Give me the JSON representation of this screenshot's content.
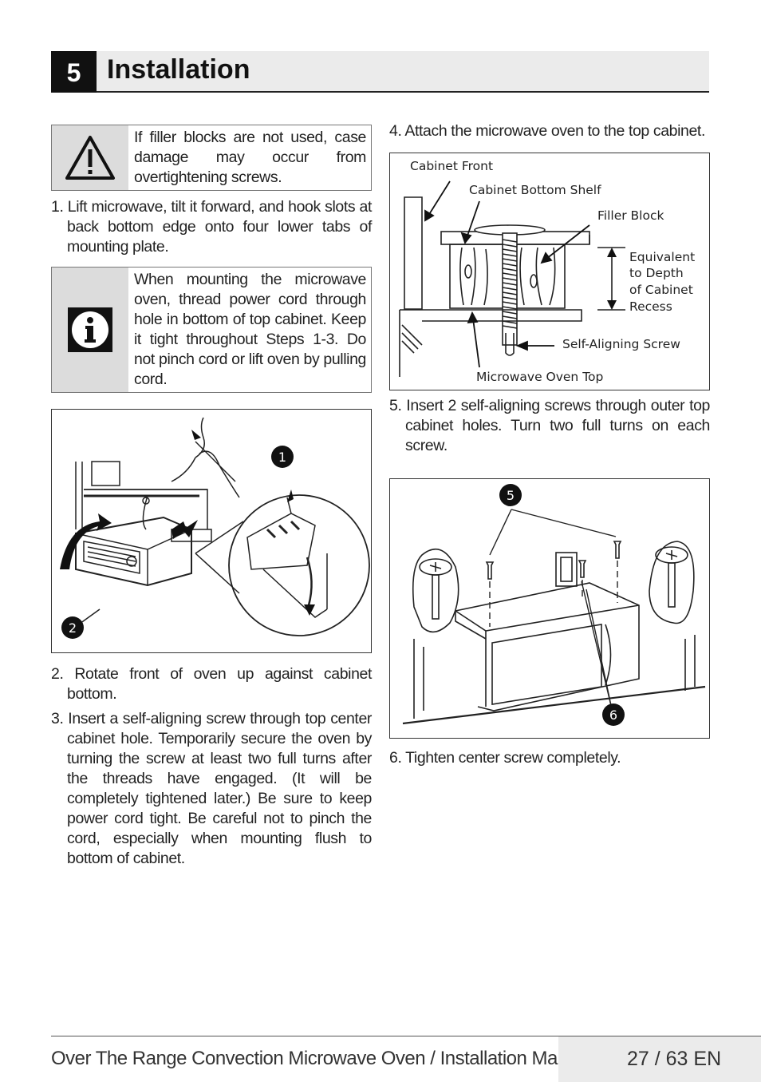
{
  "header": {
    "section_number": "5",
    "title": "Installation"
  },
  "notices": {
    "caution": "If filler blocks are not used, case damage may occur from overtightening screws.",
    "info": "When mounting the microwave oven, thread power cord through hole in bottom of top cabinet. Keep it tight throughout Steps 1-3. Do not pinch cord or lift oven by pulling cord."
  },
  "steps": {
    "s1": "1. Lift microwave, tilt it forward, and hook slots at back bottom edge onto four lower tabs of mounting plate.",
    "s2": "2. Rotate front of oven up against cabinet bottom.",
    "s3": "3. Insert a self-aligning screw through top center cabinet hole. Temporarily secure the oven by turning the screw at least two full turns after the threads have engaged. (It will be completely tightened later.) Be sure to keep power cord tight. Be careful not to pinch the cord, especially when mounting flush to bottom of cabinet.",
    "s4": "4. Attach the microwave oven to the top cabinet.",
    "s5": "5. Insert 2 self-aligning screws through outer top cabinet holes. Turn two full turns on each screw.",
    "s6": "6. Tighten center screw completely."
  },
  "figure1": {
    "callout_1": "1",
    "callout_2": "2"
  },
  "figure2": {
    "cabinet_front": "Cabinet Front",
    "cabinet_bottom_shelf": "Cabinet Bottom Shelf",
    "filler_block": "Filler Block",
    "equivalent_l1": "Equivalent",
    "equivalent_l2": "to Depth",
    "equivalent_l3": "of Cabinet",
    "equivalent_l4": "Recess",
    "self_aligning_screw": "Self-Aligning Screw",
    "microwave_oven_top": "Microwave Oven Top"
  },
  "figure3": {
    "callout_5": "5",
    "callout_6": "6"
  },
  "footer": {
    "text": "Over The Range Convection Microwave Oven / Installation Manual",
    "page": "27 / 63 EN"
  }
}
